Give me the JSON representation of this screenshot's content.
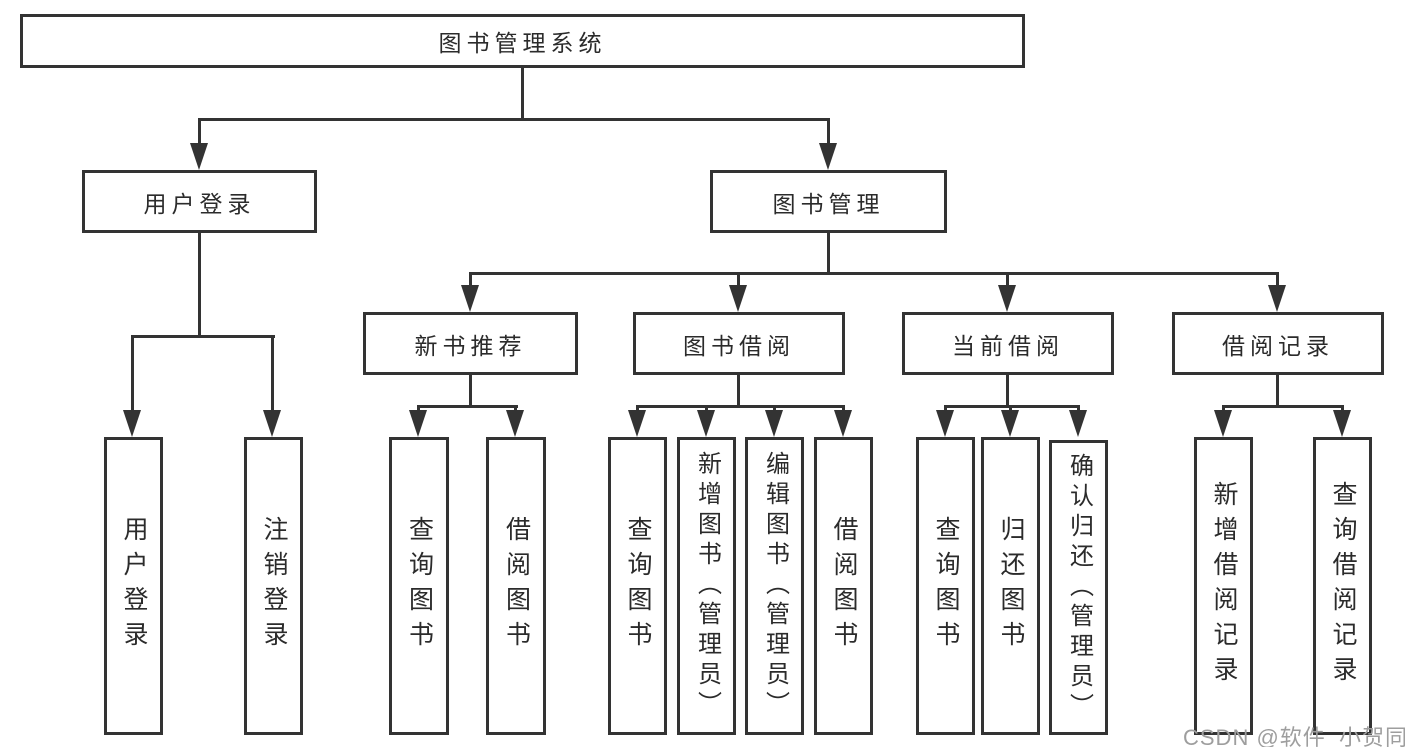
{
  "colors": {
    "line": "#333333",
    "node_border": "#333333",
    "node_text": "#2b2b2b",
    "background": "#ffffff",
    "watermark": "#9e9e9e"
  },
  "watermark": {
    "text": "CSDN @软件_小贺同学"
  },
  "tree": {
    "label": "图书管理系统",
    "children": [
      {
        "label": "用户登录",
        "children": [
          {
            "label": "用户登录"
          },
          {
            "label": "注销登录"
          }
        ]
      },
      {
        "label": "图书管理",
        "children": [
          {
            "label": "新书推荐",
            "children": [
              {
                "label": "查询图书"
              },
              {
                "label": "借阅图书"
              }
            ]
          },
          {
            "label": "图书借阅",
            "children": [
              {
                "label": "查询图书"
              },
              {
                "label": "新增图书（管理员）"
              },
              {
                "label": "编辑图书（管理员）"
              },
              {
                "label": "借阅图书"
              }
            ]
          },
          {
            "label": "当前借阅",
            "children": [
              {
                "label": "查询图书"
              },
              {
                "label": "归还图书"
              },
              {
                "label": "确认归还（管理员）"
              }
            ]
          },
          {
            "label": "借阅记录",
            "children": [
              {
                "label": "新增借阅记录"
              },
              {
                "label": "查询借阅记录"
              }
            ]
          }
        ]
      }
    ]
  }
}
